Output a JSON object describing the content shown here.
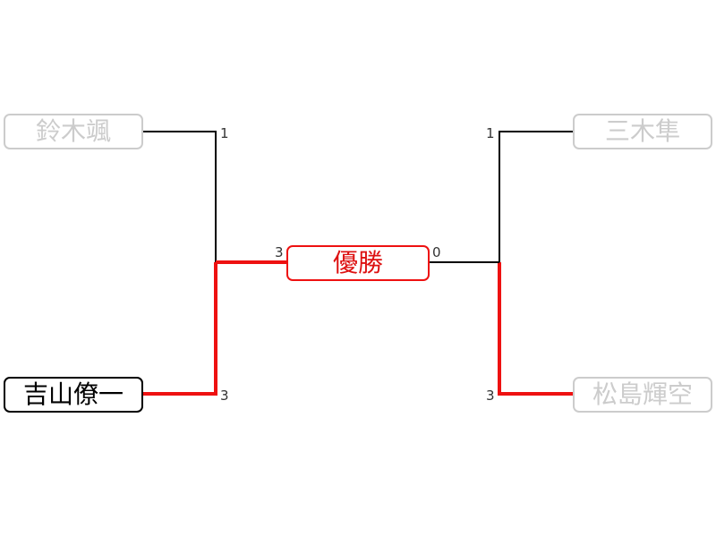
{
  "bracket": {
    "center_label": "優勝",
    "left": {
      "top": {
        "name": "鈴木颯",
        "score": "1",
        "status": "eliminated"
      },
      "bottom": {
        "name": "吉山僚一",
        "score": "3",
        "status": "winner"
      },
      "final_score": "3"
    },
    "right": {
      "top": {
        "name": "三木隼",
        "score": "1",
        "status": "eliminated"
      },
      "bottom": {
        "name": "松島輝空",
        "score": "3",
        "status": "winner"
      },
      "final_score": "0"
    }
  },
  "colors": {
    "win_path": "#ee1111",
    "loss_path": "#000000",
    "inactive_box": "#cccccc",
    "active_box": "#000000",
    "champion_box": "#ee1111",
    "score_text": "#333333"
  }
}
